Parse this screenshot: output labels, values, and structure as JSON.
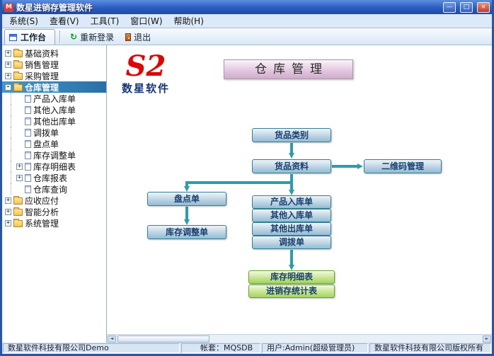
{
  "window": {
    "title": "数星进销存管理软件",
    "app_icon": "M",
    "controls": {
      "minimize": "—",
      "maximize": "□",
      "close": "×"
    }
  },
  "menu": {
    "items": [
      {
        "label": "系统(S)"
      },
      {
        "label": "查看(V)"
      },
      {
        "label": "工具(T)"
      },
      {
        "label": "窗口(W)"
      },
      {
        "label": "帮助(H)"
      }
    ]
  },
  "toolbar": {
    "workbench": "工作台",
    "relogin_icon": "↻",
    "relogin": "重新登录",
    "exit": "退出"
  },
  "tree": {
    "items": [
      {
        "label": "基础资料",
        "expand": "+"
      },
      {
        "label": "销售管理",
        "expand": "+"
      },
      {
        "label": "采购管理",
        "expand": "+"
      },
      {
        "label": "仓库管理",
        "expand": "-"
      },
      {
        "label": "产品入库单",
        "expand": ""
      },
      {
        "label": "其他入库单",
        "expand": ""
      },
      {
        "label": "其他出库单",
        "expand": ""
      },
      {
        "label": "调拨单",
        "expand": ""
      },
      {
        "label": "盘点单",
        "expand": ""
      },
      {
        "label": "库存调整单",
        "expand": ""
      },
      {
        "label": "库存明细表",
        "expand": "+"
      },
      {
        "label": "仓库报表",
        "expand": "+"
      },
      {
        "label": "仓库查询",
        "expand": ""
      },
      {
        "label": "应收应付",
        "expand": "+"
      },
      {
        "label": "智能分析",
        "expand": "+"
      },
      {
        "label": "系统管理",
        "expand": "+"
      }
    ]
  },
  "logo": {
    "text": "S2",
    "sub": "数星软件"
  },
  "flow": {
    "banner": "仓库管理",
    "nodes": {
      "category": "货品类别",
      "goods": "货品资料",
      "qrcode": "二维码管理",
      "check": "盘点单",
      "adjust": "库存调整单",
      "product_in": "产品入库单",
      "other_in": "其他入库单",
      "other_out": "其他出库单",
      "transfer": "调拨单",
      "stock_detail": "库存明细表",
      "stats": "进销存统计表"
    },
    "colors": {
      "node_border": "#357f95",
      "node_fill": "#93bcd4",
      "green_border": "#69a22f",
      "green_fill": "#a3d45f",
      "arrow": "#2b9dad",
      "banner_fill": "#cfaccc",
      "logo_red": "#e00505"
    }
  },
  "scrollbar": {
    "left": "◄",
    "right": "►"
  },
  "status": {
    "company": "数星软件科技有限公司Demo",
    "account": "帐套：MQSDB",
    "user": "用户:Admin(超级管理员)",
    "copyright": "数星软件科技有限公司版权所有"
  }
}
